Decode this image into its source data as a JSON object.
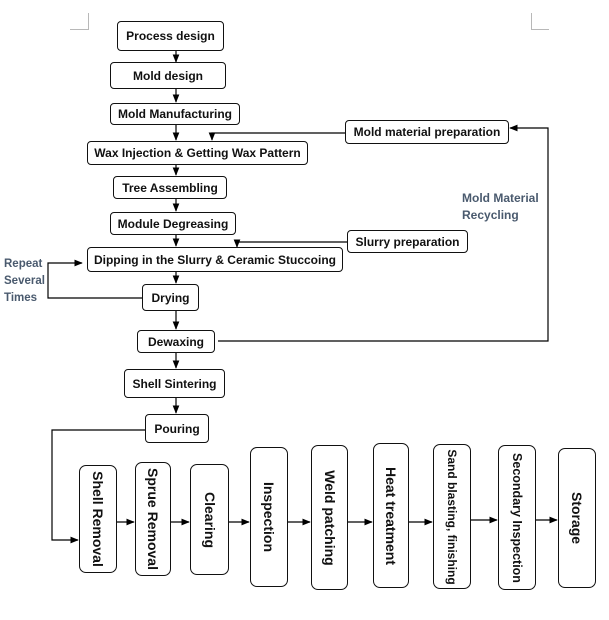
{
  "process_steps": {
    "process_design": "Process design",
    "mold_design": "Mold design",
    "mold_manufacturing": "Mold Manufacturing",
    "wax_injection": "Wax Injection & Getting Wax Pattern",
    "tree_assembling": "Tree Assembling",
    "module_degreasing": "Module Degreasing",
    "dipping": "Dipping in the Slurry & Ceramic Stuccoing",
    "drying": "Drying",
    "dewaxing": "Dewaxing",
    "shell_sintering": "Shell Sintering",
    "pouring": "Pouring"
  },
  "side_inputs": {
    "mold_material_preparation": "Mold material preparation",
    "slurry_preparation": "Slurry preparation"
  },
  "annotations": {
    "repeat_line1": "Repeat",
    "repeat_line2": "Several",
    "repeat_line3": "Times",
    "recycling_line1": "Mold Material",
    "recycling_line2": "Recycling"
  },
  "post_steps": {
    "shell_removal": "Shell Removal",
    "sprue_removal": "Sprue Removal",
    "clearing": "Clearing",
    "inspection": "Inspection",
    "weld_patching": "Weld patching",
    "heat_treatment": "Heat treatment",
    "sand_blasting": "Sand blasting, finishing",
    "secondary_inspection": "Secondary Inspection",
    "storage": "Storage"
  }
}
